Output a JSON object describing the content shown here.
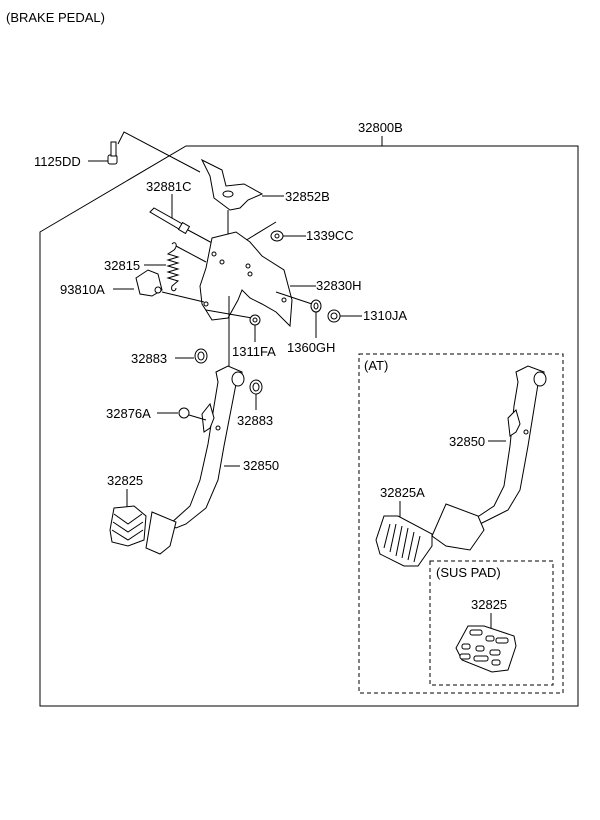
{
  "title": "(BRAKE PEDAL)",
  "assembly_label": "32800B",
  "parts": {
    "bolt": "1125DD",
    "pin": "32881C",
    "bracket": "32852B",
    "nut_top": "1339CC",
    "spring": "32815",
    "switch": "93810A",
    "member": "32830H",
    "nut_right": "1310JA",
    "washer": "1360GH",
    "nut_mid": "1311FA",
    "bushing_left": "32883",
    "bushing_right": "32883",
    "stopper": "32876A",
    "pedal_arm": "32850",
    "pedal_pad": "32825"
  },
  "at_section": {
    "label": "(AT)",
    "pedal_arm": "32850",
    "pedal_pad": "32825A"
  },
  "sus_pad_section": {
    "label": "(SUS PAD)",
    "pedal_pad": "32825"
  }
}
